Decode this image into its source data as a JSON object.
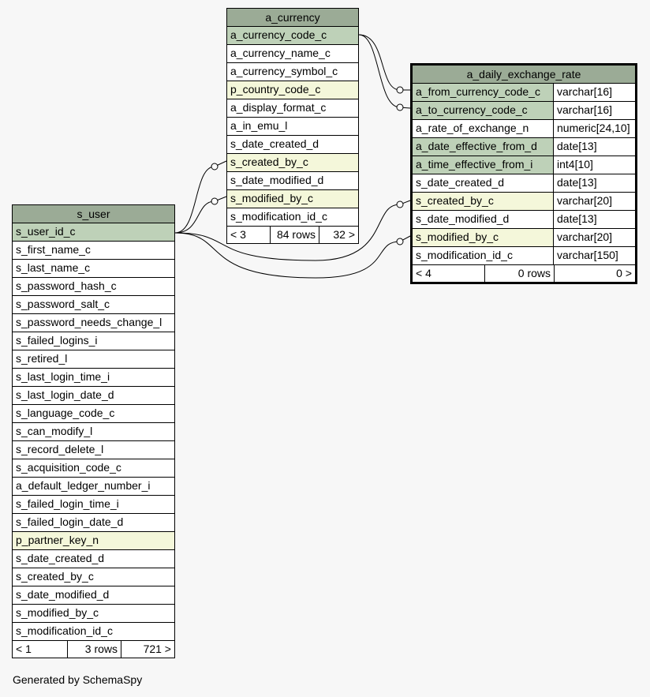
{
  "footer_text": "Generated by SchemaSpy",
  "tables": {
    "a_currency": {
      "name": "a_currency",
      "columns": [
        {
          "name": "a_currency_code_c",
          "key": "pk"
        },
        {
          "name": "a_currency_name_c",
          "key": ""
        },
        {
          "name": "a_currency_symbol_c",
          "key": ""
        },
        {
          "name": "p_country_code_c",
          "key": "fk"
        },
        {
          "name": "a_display_format_c",
          "key": ""
        },
        {
          "name": "a_in_emu_l",
          "key": ""
        },
        {
          "name": "s_date_created_d",
          "key": ""
        },
        {
          "name": "s_created_by_c",
          "key": "fk"
        },
        {
          "name": "s_date_modified_d",
          "key": ""
        },
        {
          "name": "s_modified_by_c",
          "key": "fk"
        },
        {
          "name": "s_modification_id_c",
          "key": ""
        }
      ],
      "footer": {
        "left": "< 3",
        "mid": "84 rows",
        "right": "32 >"
      }
    },
    "a_daily_exchange_rate": {
      "name": "a_daily_exchange_rate",
      "columns": [
        {
          "name": "a_from_currency_code_c",
          "type": "varchar[16]",
          "key": "pk"
        },
        {
          "name": "a_to_currency_code_c",
          "type": "varchar[16]",
          "key": "pk"
        },
        {
          "name": "a_rate_of_exchange_n",
          "type": "numeric[24,10]",
          "key": ""
        },
        {
          "name": "a_date_effective_from_d",
          "type": "date[13]",
          "key": "pk"
        },
        {
          "name": "a_time_effective_from_i",
          "type": "int4[10]",
          "key": "pk"
        },
        {
          "name": "s_date_created_d",
          "type": "date[13]",
          "key": ""
        },
        {
          "name": "s_created_by_c",
          "type": "varchar[20]",
          "key": "fk"
        },
        {
          "name": "s_date_modified_d",
          "type": "date[13]",
          "key": ""
        },
        {
          "name": "s_modified_by_c",
          "type": "varchar[20]",
          "key": "fk"
        },
        {
          "name": "s_modification_id_c",
          "type": "varchar[150]",
          "key": ""
        }
      ],
      "footer": {
        "left": "< 4",
        "mid": "0 rows",
        "right": "0 >"
      }
    },
    "s_user": {
      "name": "s_user",
      "columns": [
        {
          "name": "s_user_id_c",
          "key": "pk"
        },
        {
          "name": "s_first_name_c",
          "key": ""
        },
        {
          "name": "s_last_name_c",
          "key": ""
        },
        {
          "name": "s_password_hash_c",
          "key": ""
        },
        {
          "name": "s_password_salt_c",
          "key": ""
        },
        {
          "name": "s_password_needs_change_l",
          "key": ""
        },
        {
          "name": "s_failed_logins_i",
          "key": ""
        },
        {
          "name": "s_retired_l",
          "key": ""
        },
        {
          "name": "s_last_login_time_i",
          "key": ""
        },
        {
          "name": "s_last_login_date_d",
          "key": ""
        },
        {
          "name": "s_language_code_c",
          "key": ""
        },
        {
          "name": "s_can_modify_l",
          "key": ""
        },
        {
          "name": "s_record_delete_l",
          "key": ""
        },
        {
          "name": "s_acquisition_code_c",
          "key": ""
        },
        {
          "name": "a_default_ledger_number_i",
          "key": ""
        },
        {
          "name": "s_failed_login_time_i",
          "key": ""
        },
        {
          "name": "s_failed_login_date_d",
          "key": ""
        },
        {
          "name": "p_partner_key_n",
          "key": "fk"
        },
        {
          "name": "s_date_created_d",
          "key": ""
        },
        {
          "name": "s_created_by_c",
          "key": ""
        },
        {
          "name": "s_date_modified_d",
          "key": ""
        },
        {
          "name": "s_modified_by_c",
          "key": ""
        },
        {
          "name": "s_modification_id_c",
          "key": ""
        }
      ],
      "footer": {
        "left": "< 1",
        "mid": "3 rows",
        "right": "721 >"
      }
    }
  }
}
